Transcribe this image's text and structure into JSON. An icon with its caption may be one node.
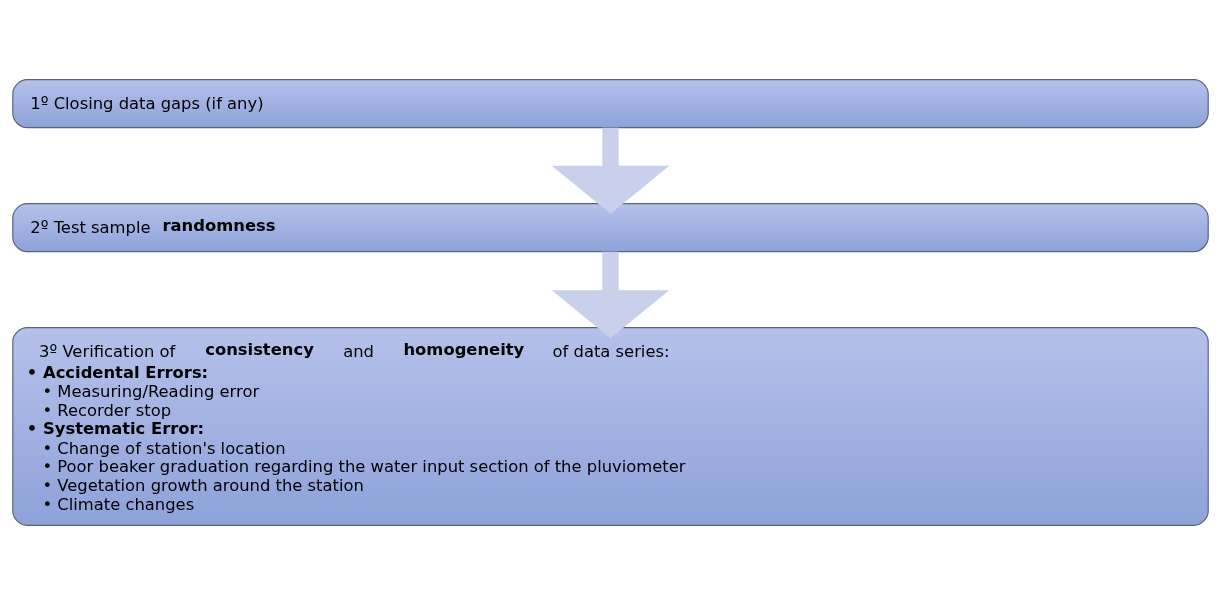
{
  "diagram": {
    "nodes": [
      {
        "text": [
          "1º Closing data gaps (if any)"
        ]
      },
      {
        "text": [
          "2º Test sample **randomness**"
        ]
      },
      {
        "text": [
          "3º Verification of **consistency** and **homogeneity** of data series:",
          "• Accidental Errors:",
          "• Measuring/Reading error",
          "• Recorder stop",
          "• Systematic Error:",
          "• Change of station's location",
          "• Poor beaker graduation regarding the water input section of the pluviometer",
          "• Vegetation growth around the station",
          "• Climate changes"
        ]
      }
    ],
    "edges": [
      {
        "from": 0,
        "to": 1,
        "arrow": "to"
      },
      {
        "from": 1,
        "to": 2,
        "arrow": "to"
      }
    ]
  }
}
